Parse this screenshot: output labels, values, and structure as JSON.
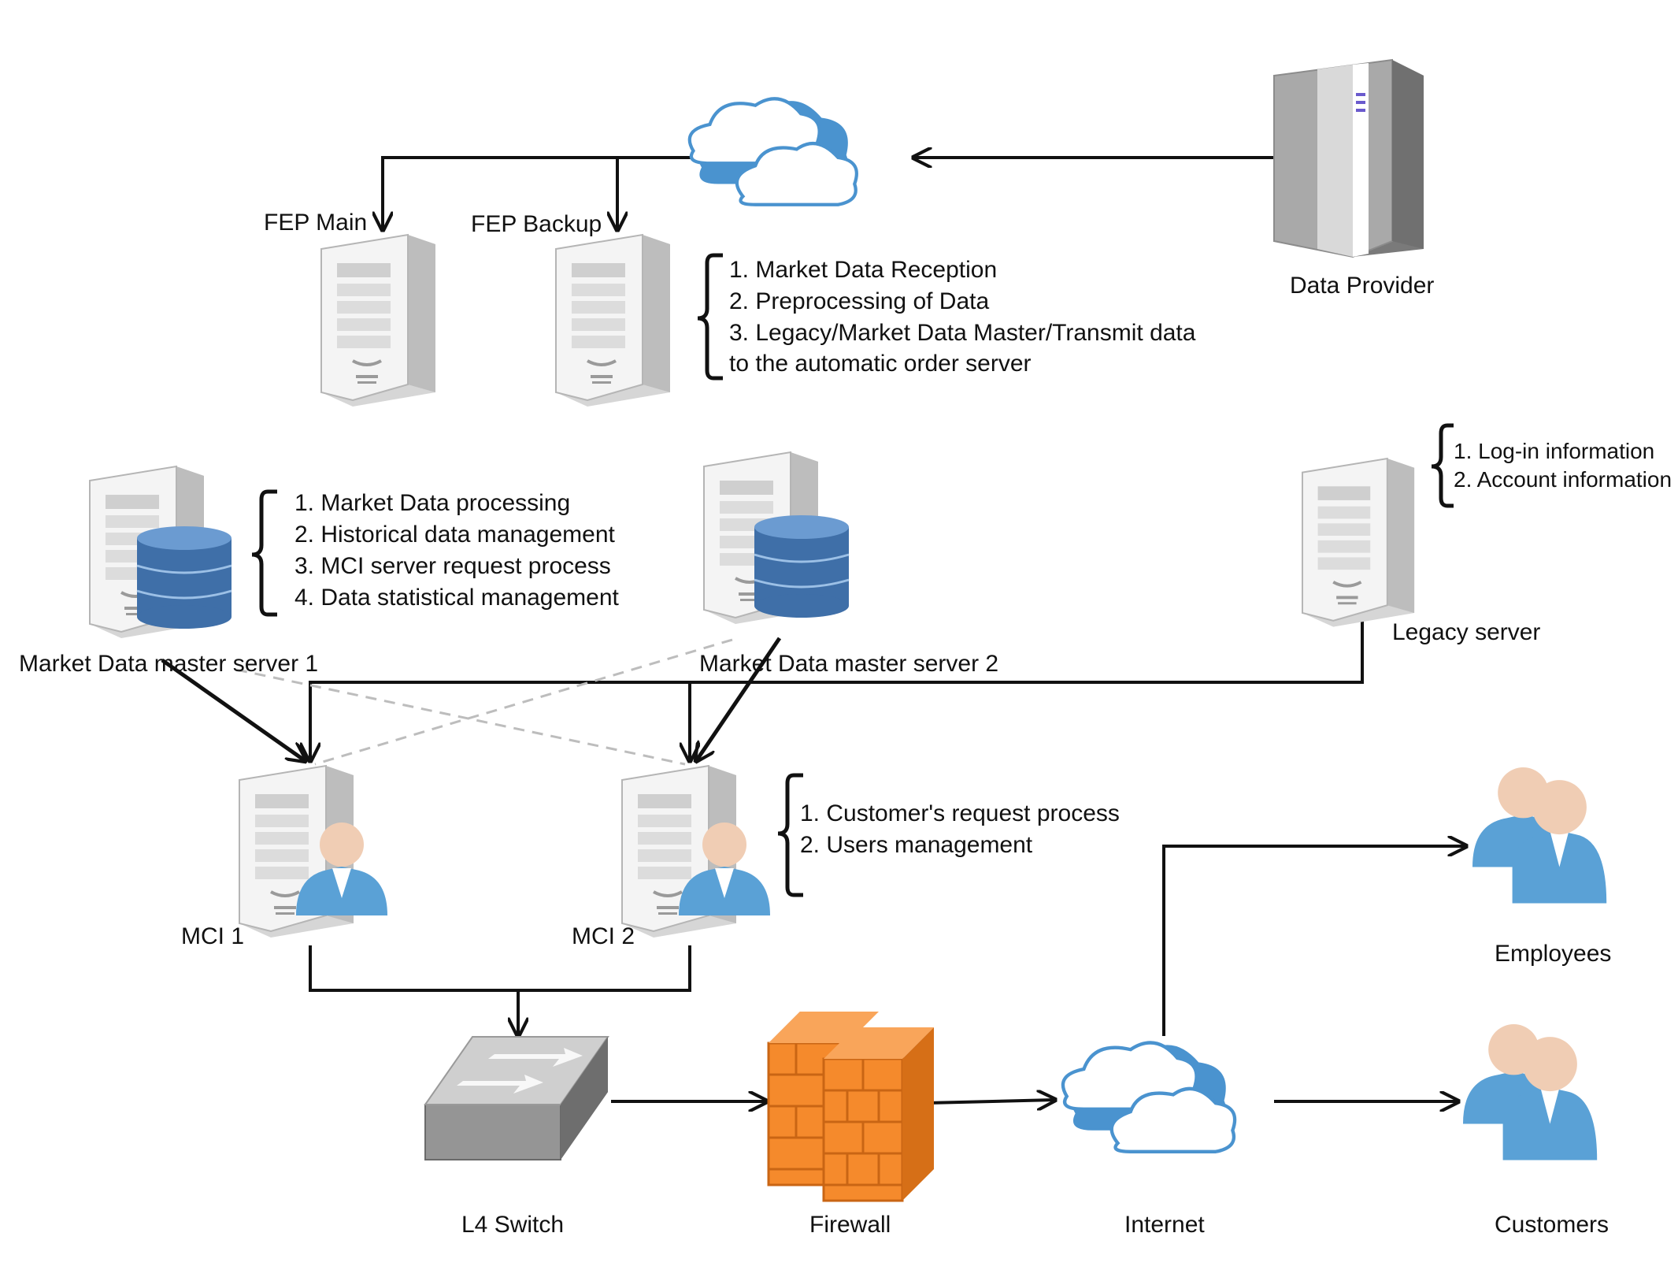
{
  "nodes": {
    "data_provider": "Data Provider",
    "fep_main": "FEP Main",
    "fep_backup": "FEP Backup",
    "md_master_1": "Market Data master server 1",
    "md_master_2": "Market Data master server 2",
    "legacy_server": "Legacy server",
    "mci_1": "MCI 1",
    "mci_2": "MCI 2",
    "l4_switch": "L4 Switch",
    "firewall": "Firewall",
    "internet": "Internet",
    "employees": "Employees",
    "customers": "Customers"
  },
  "notes": {
    "fep": [
      "1. Market Data Reception",
      "2. Preprocessing of Data",
      "3. Legacy/Market Data Master/Transmit data",
      "to the automatic order server"
    ],
    "md_master": [
      "1. Market Data processing",
      "2. Historical data management",
      "3. MCI server request process",
      "4. Data statistical management"
    ],
    "legacy": [
      "1. Log-in information",
      "2. Account information"
    ],
    "mci": [
      "1. Customer's request process",
      "2. Users management"
    ]
  },
  "colors": {
    "cloud": "#4a93cf",
    "database": "#3f6fa8",
    "firewall": "#f58a2c",
    "person_body": "#5aa1d6",
    "person_head": "#f0cdb4",
    "switch": "#8a8a8a",
    "server_face": "#f4f4f4",
    "provider_server": "#8c8c8c",
    "provider_led": "#6a5acd"
  }
}
